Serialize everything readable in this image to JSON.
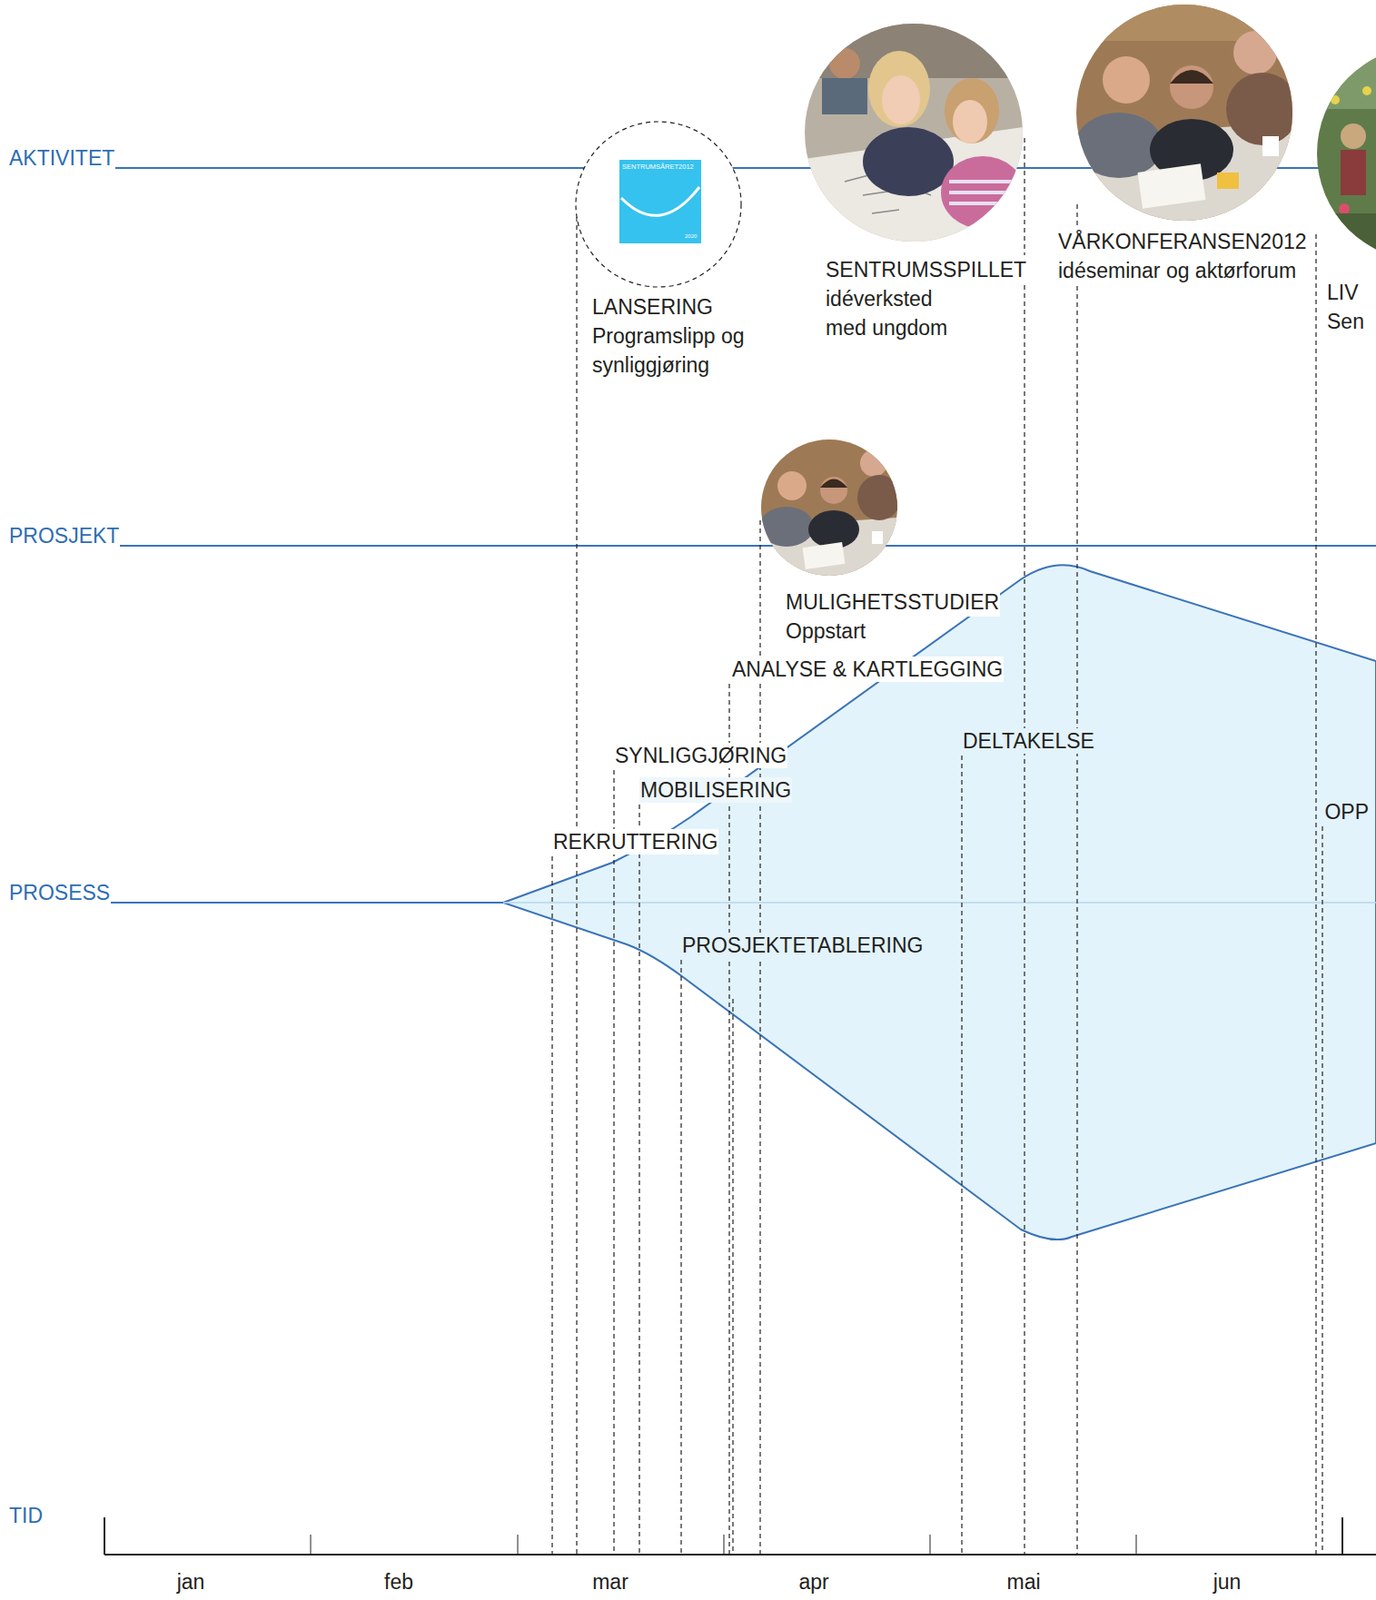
{
  "diagram": {
    "nodes": [
      {
        "text": [
          "LANSERING",
          "Programslipp og synliggjøring"
        ]
      },
      {
        "text": [
          "SENTRUMSSPILLET",
          "idéverksted med ungdom"
        ]
      },
      {
        "text": [
          "VÅRKONFERANSEN2012",
          "idéseminar og aktørforum"
        ]
      },
      {
        "text": [
          "LIV",
          "Sen"
        ]
      },
      {
        "text": [
          "MULIGHETSSTUDIER",
          "Oppstart"
        ]
      }
    ],
    "labels": [
      "AKTIVITET",
      "PROSJEKT",
      "PROSESS",
      "TID",
      "SENTRUMSÅRET2012",
      "2020",
      "ANALYSE & KARTLEGGING",
      "SYNLIGGJØRING",
      "MOBILISERING",
      "REKRUTTERING",
      "PROSJEKTETABLERING",
      "DELTAKELSE",
      "OPP",
      "jan",
      "feb",
      "mar",
      "apr",
      "mai",
      "jun"
    ]
  }
}
